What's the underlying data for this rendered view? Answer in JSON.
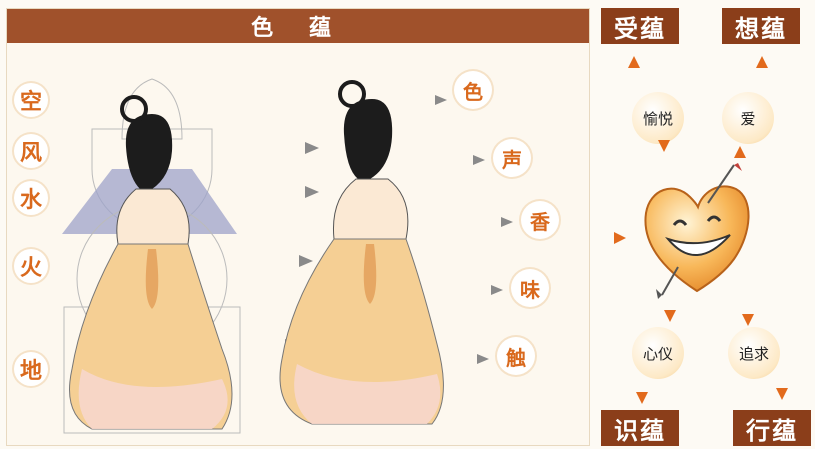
{
  "title": "色 蕴",
  "elements": [
    "空",
    "风",
    "水",
    "火",
    "地"
  ],
  "senses": [
    "色",
    "声",
    "香",
    "味",
    "触"
  ],
  "skandhas": {
    "top_left": "受蕴",
    "top_right": "想蕴",
    "bottom_left": "识蕴",
    "bottom_right": "行蕴"
  },
  "nodes": {
    "top_left": "愉悦",
    "top_right": "爱",
    "bottom_left": "心仪",
    "bottom_right": "追求"
  },
  "colors": {
    "title_bar": "#a0512b",
    "accent_text": "#d9691d",
    "skandha_box": "#8b3e1a",
    "arrow": "#e26a1c"
  }
}
